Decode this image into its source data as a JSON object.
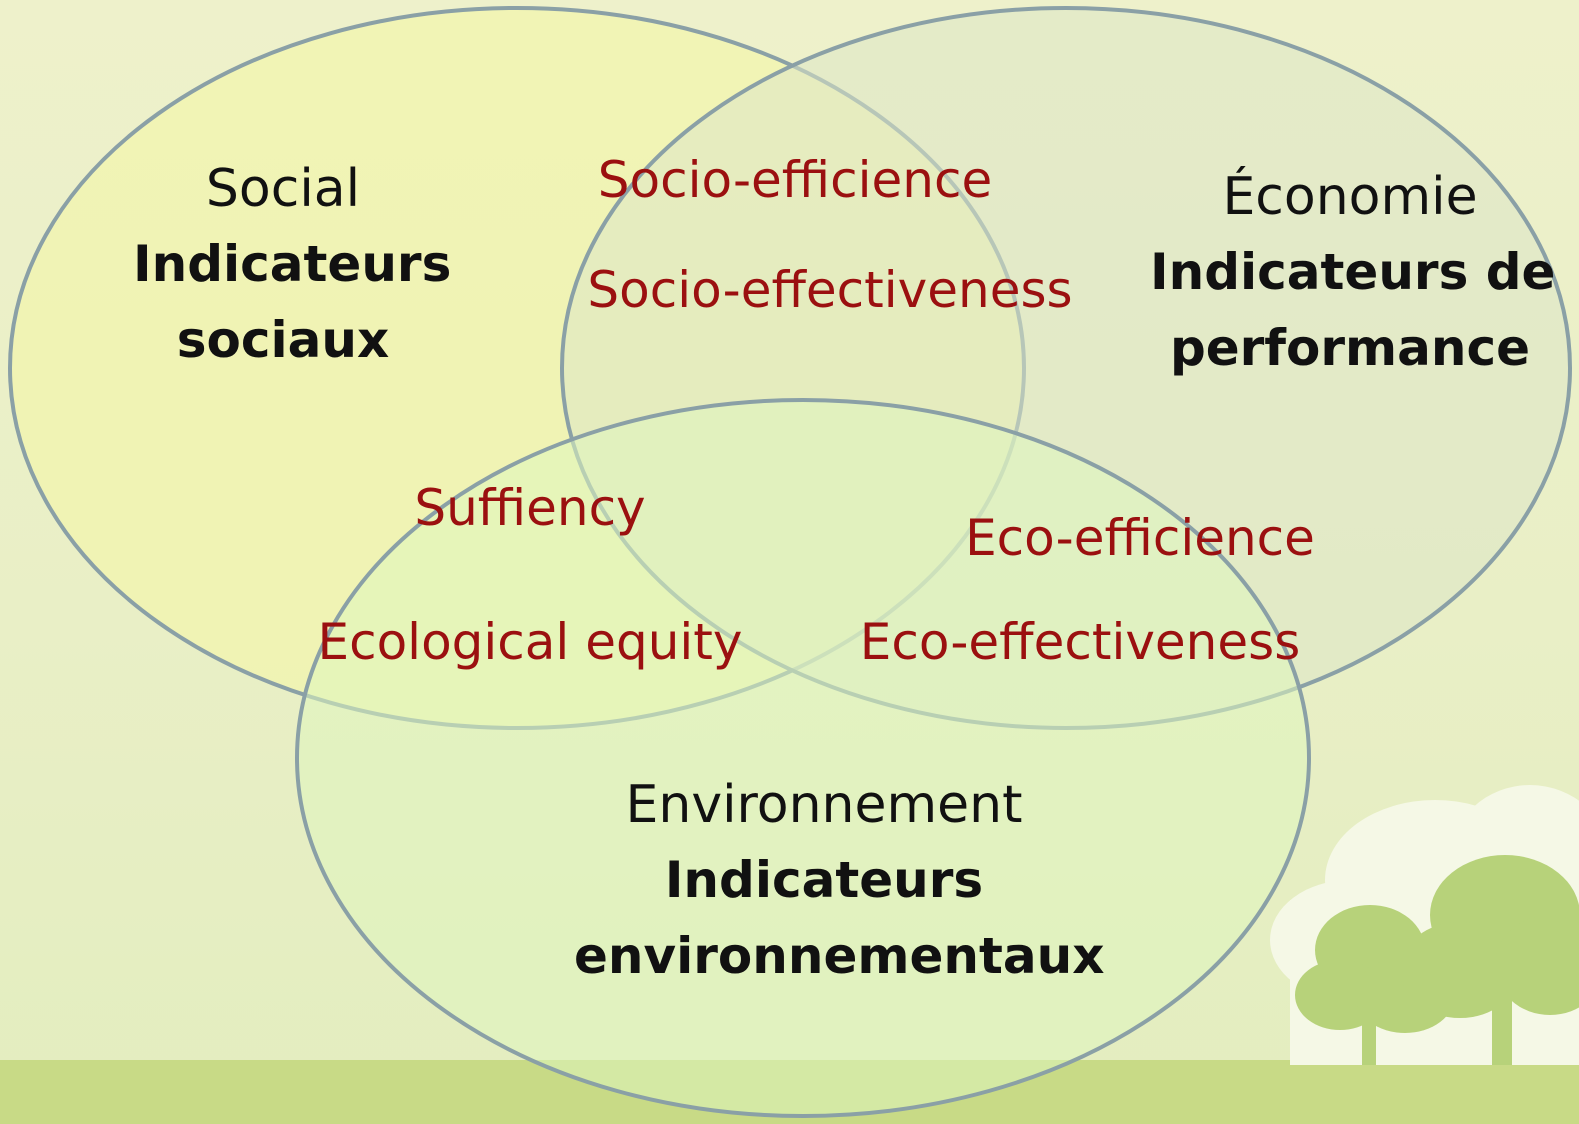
{
  "colors": {
    "background": "#eef1cb",
    "ground": "#c8da86",
    "tree": "#b9d37a",
    "cloud": "#f4f7e4",
    "circle_stroke": "#8aa0a6",
    "social_fill": "#f2f4ad",
    "economie_fill": "#dfe6c6",
    "environnement_fill": "#e0f5c0",
    "overlap_text": "#9b1010",
    "main_text": "#111111"
  },
  "circles": {
    "social": {
      "title": "Social",
      "subtitle_line1": "Indicateurs",
      "subtitle_line2": "sociaux"
    },
    "economie": {
      "title": "Économie",
      "subtitle_line1": "Indicateurs de",
      "subtitle_line2": "performance"
    },
    "environnement": {
      "title": "Environnement",
      "subtitle_line1": "Indicateurs",
      "subtitle_line2": "environnementaux"
    }
  },
  "overlaps": {
    "social_economie": [
      "Socio-efficience",
      "Socio-effectiveness"
    ],
    "social_environnement": [
      "Suffiency",
      "Ecological equity"
    ],
    "economie_environnement": [
      "Eco-efficience",
      "Eco-effectiveness"
    ]
  }
}
